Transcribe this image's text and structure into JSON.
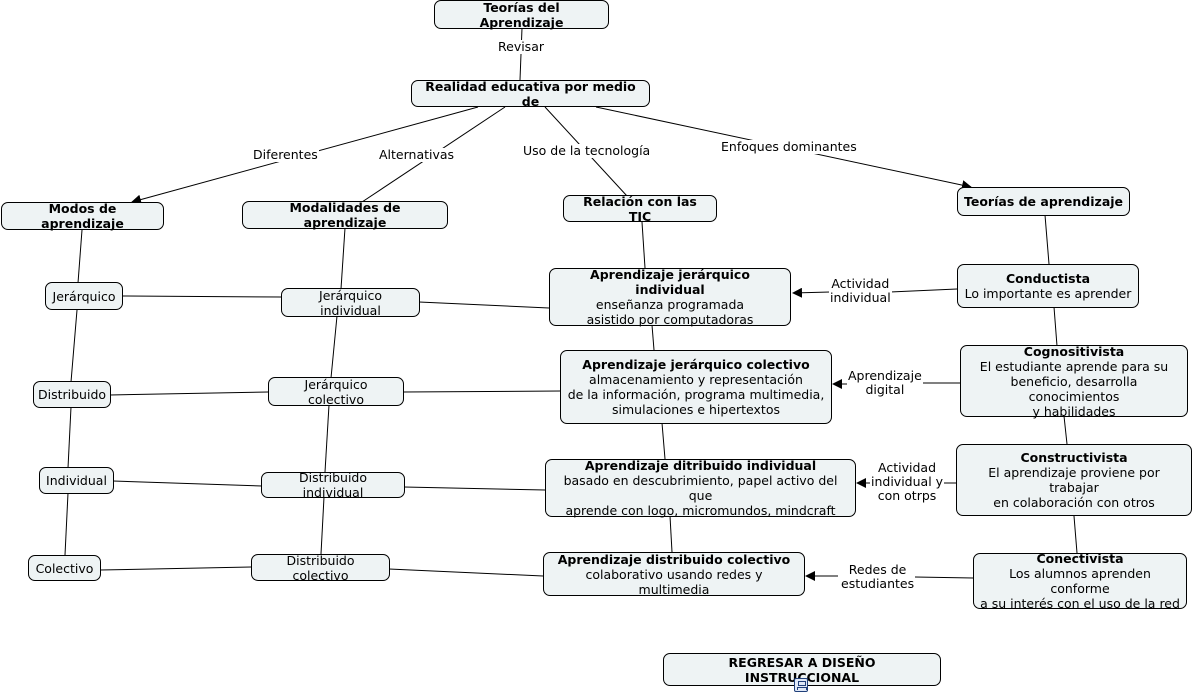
{
  "nodes": {
    "teorias_aprendizaje_root": {
      "title": "Teorías del Aprendizaje"
    },
    "realidad_educativa": {
      "title": "Realidad educativa por medio de"
    },
    "modos": {
      "title": "Modos de aprendizaje"
    },
    "modalidades": {
      "title": "Modalidades de aprendizaje"
    },
    "relacion_tic": {
      "title": "Relación con las TIC"
    },
    "teorias_aprendizaje": {
      "title": "Teorías de aprendizaje"
    },
    "jerarquico": {
      "title": "Jerárquico"
    },
    "distribuido": {
      "title": "Distribuido"
    },
    "individual": {
      "title": "Individual"
    },
    "colectivo": {
      "title": "Colectivo"
    },
    "jerarquico_individual": {
      "title": "Jerárquico individual"
    },
    "jerarquico_colectivo": {
      "title": "Jerárquico colectivo"
    },
    "distribuido_individual": {
      "title": "Distribuido individual"
    },
    "distribuido_colectivo": {
      "title": "Distribuido colectivo"
    },
    "aprendizaje_jer_ind": {
      "title": "Aprendizaje jerárquico individual",
      "line1": "enseñanza programada",
      "line2": "asistido por computadoras"
    },
    "aprendizaje_jer_col": {
      "title": "Aprendizaje jerárquico colectivo",
      "line1": "almacenamiento y representación",
      "line2": "de la información, programa multimedia,",
      "line3": "simulaciones e hipertextos"
    },
    "aprendizaje_dist_ind": {
      "title": "Aprendizaje ditribuido individual",
      "line1": "basado en descubrimiento, papel activo del que",
      "line2": "aprende con logo, micromundos, mindcraft"
    },
    "aprendizaje_dist_col": {
      "title": "Aprendizaje distribuido colectivo",
      "line1": "colaborativo usando redes y multimedia"
    },
    "conductista": {
      "title": "Conductista",
      "line1": "Lo importante es aprender"
    },
    "cognositivista": {
      "title": "Cognositivista",
      "line1": "El estudiante aprende para su",
      "line2": "beneficio, desarrolla conocimientos",
      "line3": "y habilidades"
    },
    "constructivista": {
      "title": "Constructivista",
      "line1": "El aprendizaje proviene por trabajar",
      "line2": "en colaboración con otros"
    },
    "conectivista": {
      "title": "Conectivista",
      "line1": "Los alumnos aprenden conforme",
      "line2": "a su interés con el uso de la red"
    },
    "regresar": {
      "title": "REGRESAR A DISEÑO INSTRUCCIONAL"
    }
  },
  "links": {
    "revisar": "Revisar",
    "diferentes": "Diferentes",
    "alternativas": "Alternativas",
    "uso_tecnologia": "Uso de la tecnología",
    "enfoques": "Enfoques dominantes",
    "actividad_individual_1": "Actividad",
    "actividad_individual_2": "individual",
    "aprendizaje_digital_1": "Aprendizaje",
    "aprendizaje_digital_2": "digital",
    "actividad_otros_1": "Actividad",
    "actividad_otros_2": "individual y",
    "actividad_otros_3": "con otrps",
    "redes_1": "Redes de",
    "redes_2": "estudiantes"
  },
  "icons": {
    "return_link": "concept-map-link-icon"
  },
  "colors": {
    "node_fill": "#eef3f4",
    "line": "#000000"
  }
}
